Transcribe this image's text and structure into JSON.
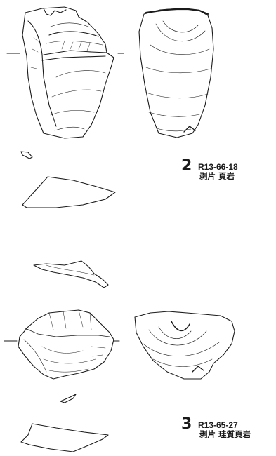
{
  "artifacts": [
    {
      "number": "2",
      "code": "R13-66-18",
      "description": "剥片 頁岩"
    },
    {
      "number": "3",
      "code": "R13-65-27",
      "description": "剥片 珪質頁岩"
    }
  ],
  "colors": {
    "line": "#1a1a1a",
    "background": "#ffffff"
  }
}
